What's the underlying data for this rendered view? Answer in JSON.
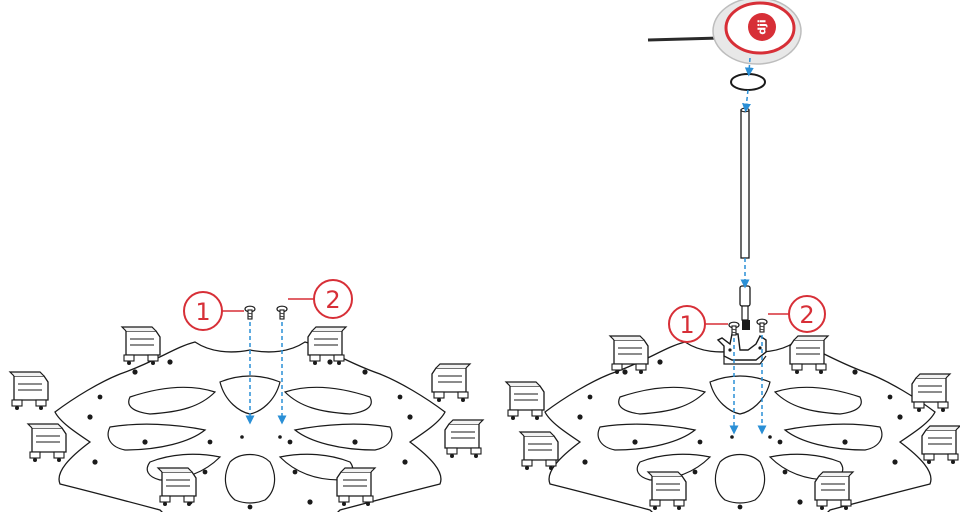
{
  "callouts": {
    "left_1": "1",
    "left_2": "2",
    "right_1": "1",
    "right_2": "2"
  },
  "gps_module": {
    "logo_text": "dji"
  },
  "colors": {
    "callout_red": "#d72f37",
    "guide_blue": "#2a8fd6",
    "line_dark": "#1a1a1a",
    "module_gray": "#e8e8e8"
  }
}
